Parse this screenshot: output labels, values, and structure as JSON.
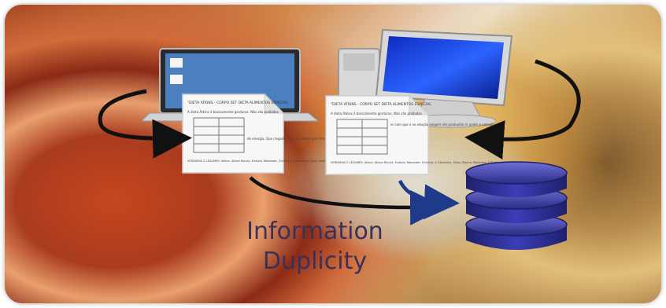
{
  "diagram": {
    "caption_line1": "Information",
    "caption_line2": "Duplicity",
    "document_texts": {
      "header": "\"DIETA ATKINS - CORPO SET DIETA ALIMENTOS ESPECIAL",
      "intro": "A dieta Atkins é basicamente gorduras. Não são proibidos",
      "side1": "er com que o se edução exigem nte produzido m poder a entrada",
      "side2": "de energia. Que rregadinho, e tiv usado sem fom",
      "footer": "VERDURAS E LEGUMES: Alface, Alface Rúcula, Endívia, Rabanete, Chicória, A Cebolinha, Salsa, Pepino, Rabanete, F Brotos de alfafa."
    },
    "colors": {
      "database": "#2d2f8a",
      "arrow_dark": "#111111",
      "arrow_blue": "#1f3a8a",
      "caption": "#3b3158"
    }
  }
}
